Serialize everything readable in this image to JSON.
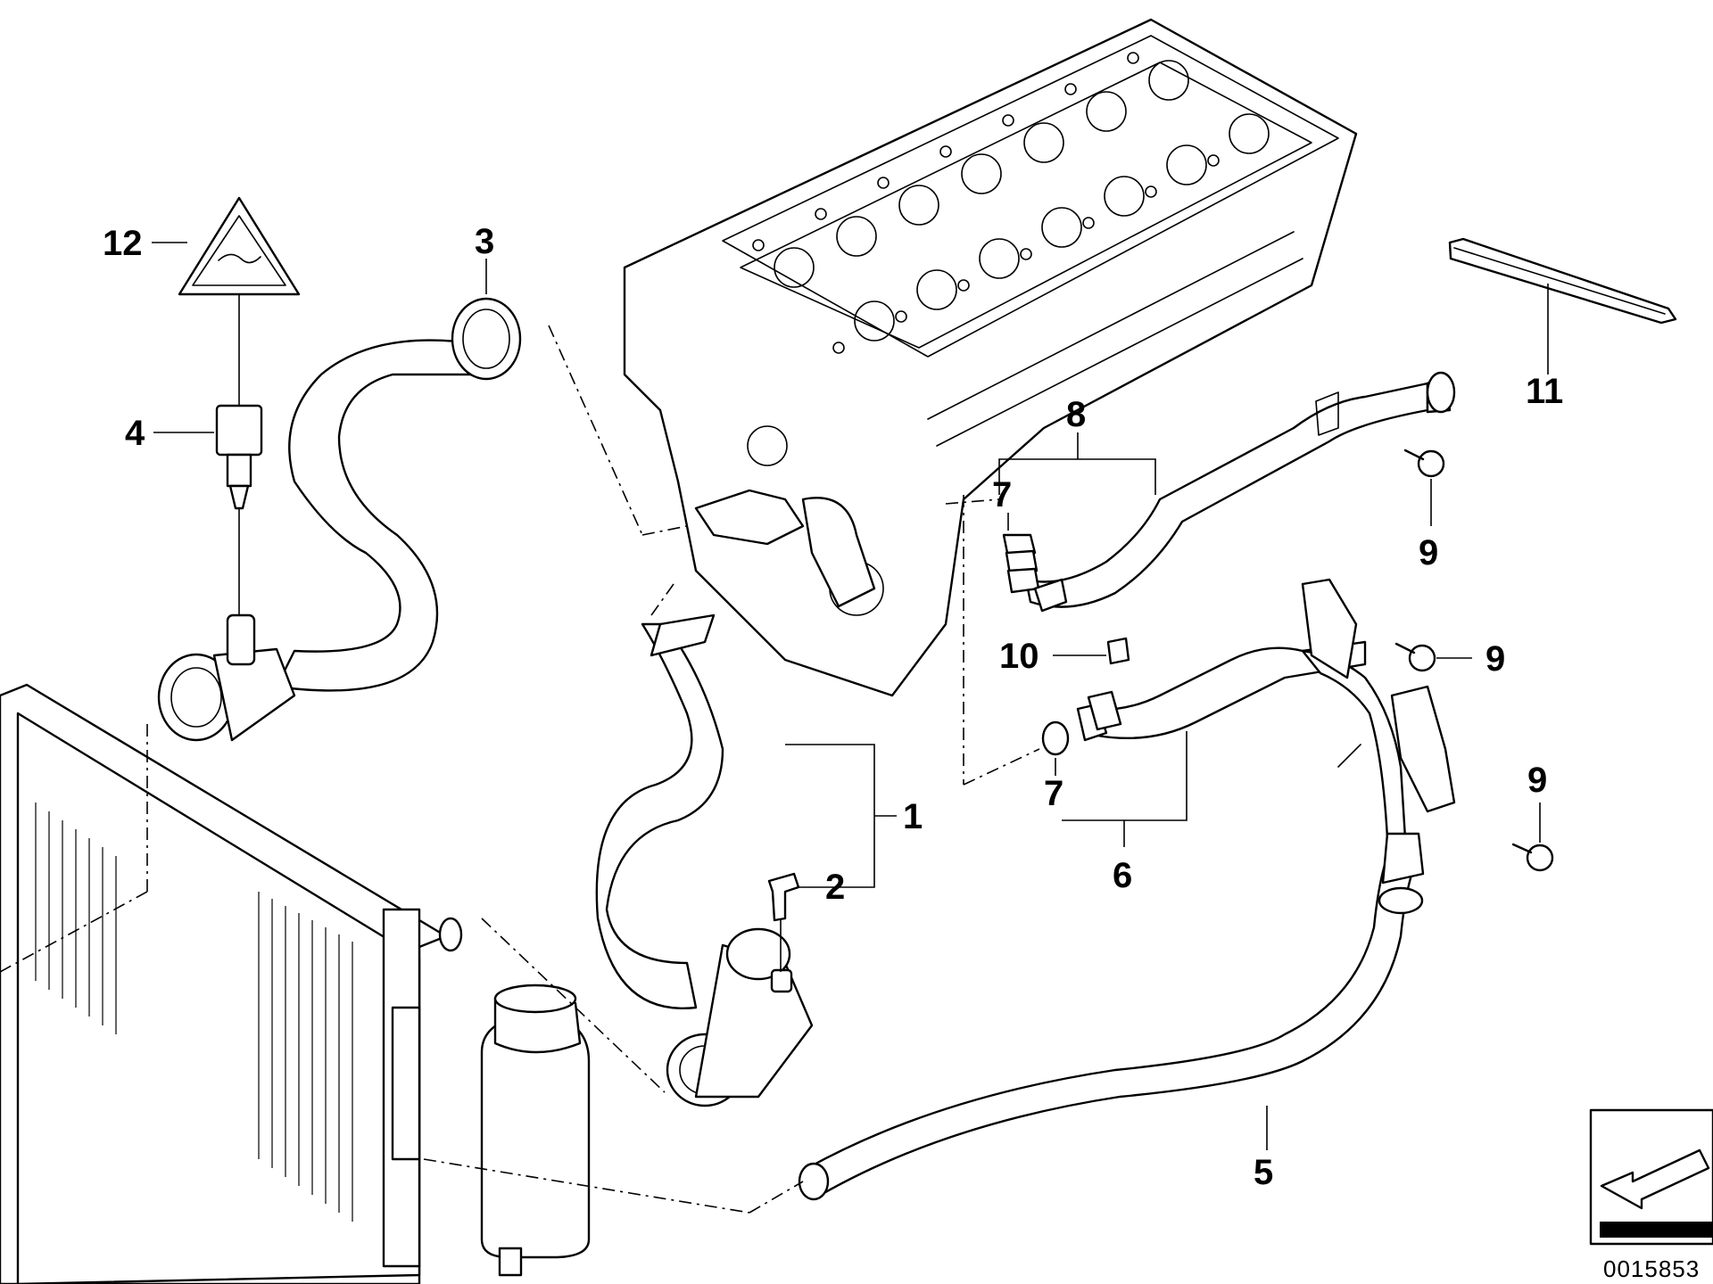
{
  "callouts": {
    "c1": "1",
    "c2": "2",
    "c3": "3",
    "c4": "4",
    "c5": "5",
    "c6": "6",
    "c7a": "7",
    "c7b": "7",
    "c8": "8",
    "c9a": "9",
    "c9b": "9",
    "c9c": "9",
    "c10": "10",
    "c11": "11",
    "c12": "12"
  },
  "reference_number": "0015853",
  "colors": {
    "line": "#000000",
    "background": "#ffffff"
  },
  "icons": [
    "warning-triangle-icon",
    "direction-arrow-icon"
  ]
}
